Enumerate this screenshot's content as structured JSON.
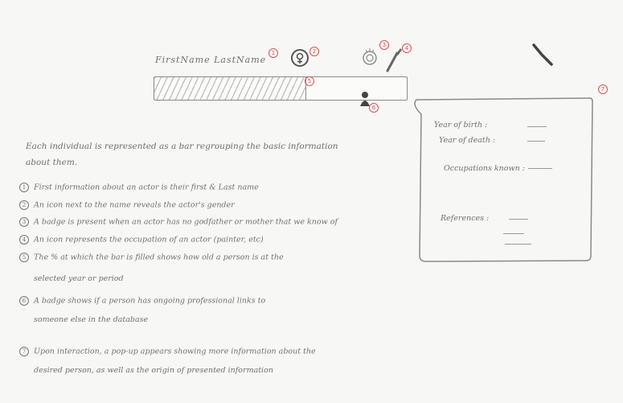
{
  "person_card": {
    "name": "FirstName LastName",
    "badges": [
      "1",
      "2",
      "3",
      "4",
      "5",
      "6"
    ],
    "age_fill_fraction": 0.6
  },
  "popup": {
    "badge": "7",
    "fields": [
      "Year of birth :",
      "Year of death :",
      "Occupations known :",
      "References :"
    ]
  },
  "notes": {
    "intro": "Each individual is represented as a bar regrouping the basic information about them.",
    "items": [
      {
        "num": "1",
        "lines": [
          "First information about an actor is their first & Last name"
        ]
      },
      {
        "num": "2",
        "lines": [
          "An icon next to the name reveals the actor's gender"
        ]
      },
      {
        "num": "3",
        "lines": [
          "A badge is present when an actor has no godfather or mother that we know of"
        ]
      },
      {
        "num": "4",
        "lines": [
          "An icon represents the occupation of an actor (painter, etc)"
        ]
      },
      {
        "num": "5",
        "lines": [
          "The % at which the bar is filled shows how old a person is at the",
          "selected year or period"
        ]
      },
      {
        "num": "6",
        "lines": [
          "A badge shows if a person has ongoing professional links to",
          "someone else in the database"
        ]
      },
      {
        "num": "7",
        "lines": [
          "Upon interaction, a pop-up appears showing more information about the",
          "desired person, as well as the origin of presented information"
        ]
      }
    ]
  }
}
